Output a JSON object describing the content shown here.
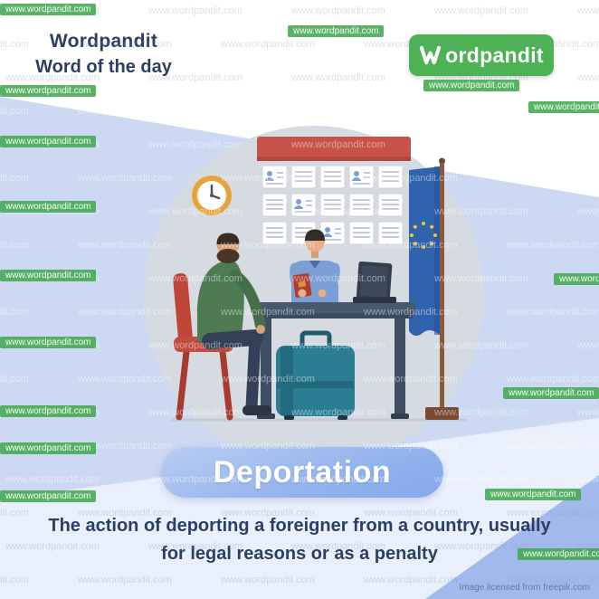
{
  "watermark": "www.wordpandit.com",
  "header": {
    "brand": "Wordpandit",
    "tagline": "Word of the day"
  },
  "logo": {
    "text": "ordpandit"
  },
  "word": "Deportation",
  "definition": {
    "line1": "The action of deporting a foreigner from a country, usually",
    "line2": "for legal reasons or as a penalty"
  },
  "credit": "Image licensed from freepik.com",
  "colors": {
    "brand_green": "#4cb253",
    "navy_text": "#2d3e63",
    "band_blue": "#cdd8f3",
    "corner_blue": "#a2b9ed",
    "pill_blue_light": "#b9cdf4",
    "pill_blue_dark": "#86a8ea",
    "circle_gray": "#d6dbe2",
    "suitcase_teal": "#2a7d92",
    "chair_red": "#bf4538",
    "flag_blue": "#2f63ae"
  }
}
